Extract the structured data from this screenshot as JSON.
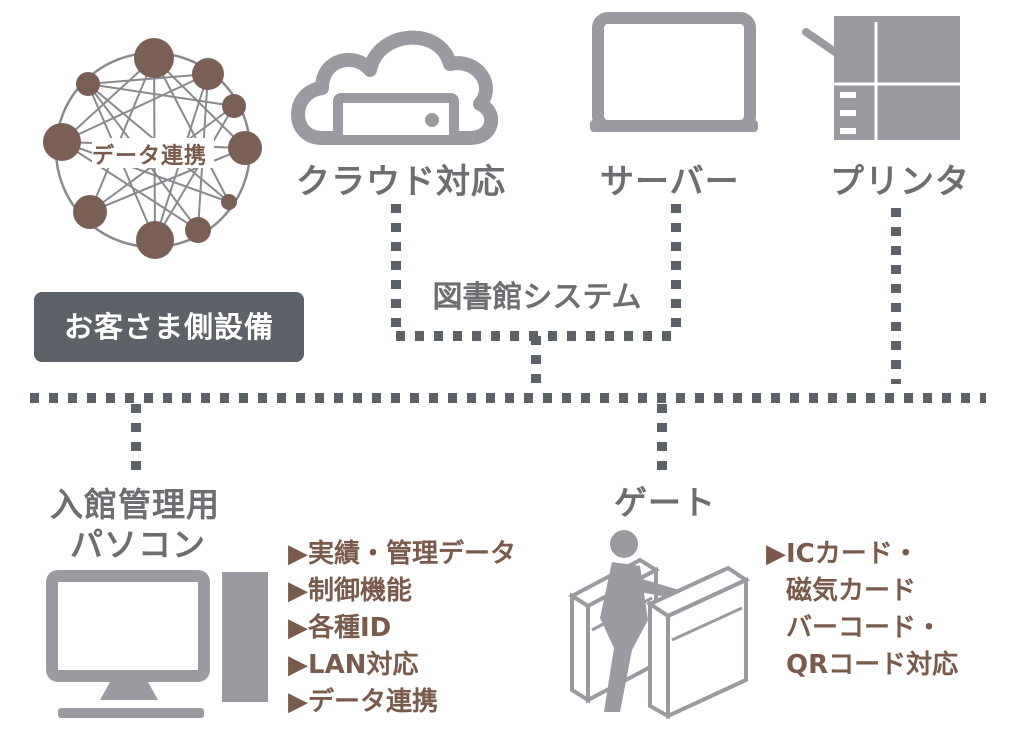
{
  "network": {
    "center_label": "データ連携",
    "node_color": "#7a5f55",
    "line_color": "#8a8a8e"
  },
  "nodes": {
    "cloud": "クラウド対応",
    "server": "サーバー",
    "printer": "プリンタ"
  },
  "system_label": "図書館システム",
  "customer_badge": "お客さま側設備",
  "pc": {
    "title_line1": "入館管理用",
    "title_line2": "パソコン",
    "features": [
      "▶実績・管理データ",
      "▶制御機能",
      "▶各種ID",
      "▶LAN対応",
      "▶データ連携"
    ]
  },
  "gate": {
    "title": "ゲート",
    "features": [
      "▶ICカード・",
      "磁気カード",
      "バーコード・",
      "QRコード対応"
    ]
  },
  "colors": {
    "icon_gray": "#9a9aa0",
    "dark_gray": "#5d6168",
    "text_gray": "#6e6e72",
    "brown": "#7a5a4a"
  }
}
